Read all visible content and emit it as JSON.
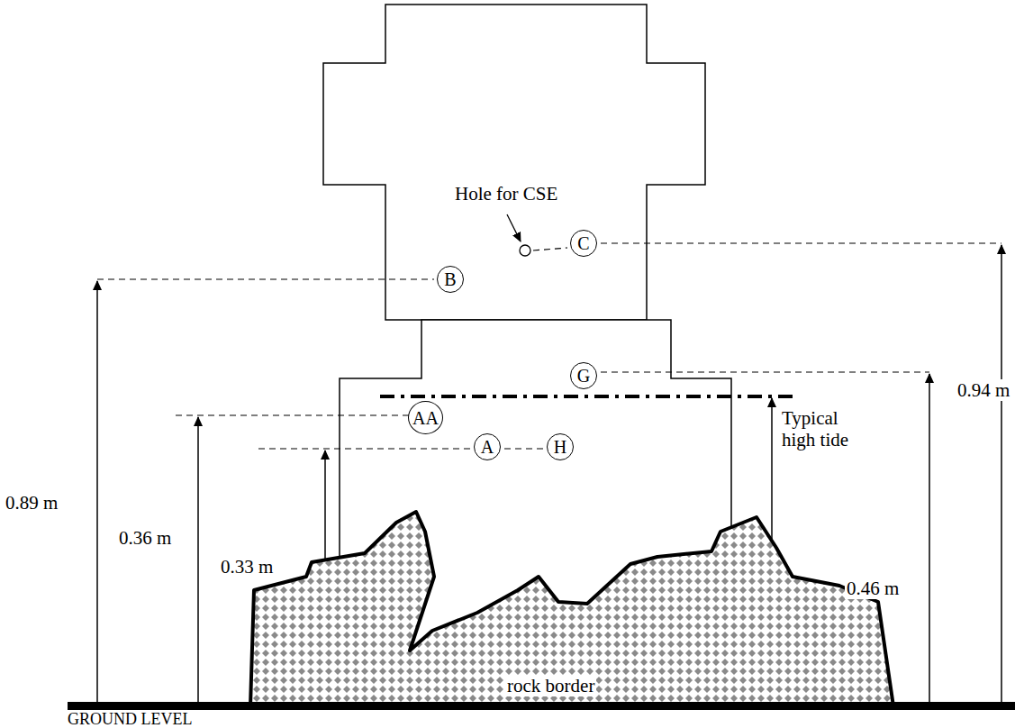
{
  "diagram": {
    "nodes": [
      {
        "text": [
          "C"
        ]
      },
      {
        "text": [
          "B"
        ]
      },
      {
        "text": [
          "G"
        ]
      },
      {
        "text": [
          "AA"
        ]
      },
      {
        "text": [
          "A"
        ]
      },
      {
        "text": [
          "H"
        ]
      },
      {
        "text": [
          "rock border"
        ]
      }
    ],
    "labels": [
      "Hole for CSE",
      "0.89 m",
      "0.36 m",
      "0.33 m",
      "Typical high tide",
      "0.46 m",
      "0.94 m",
      "GROUND LEVEL"
    ]
  }
}
